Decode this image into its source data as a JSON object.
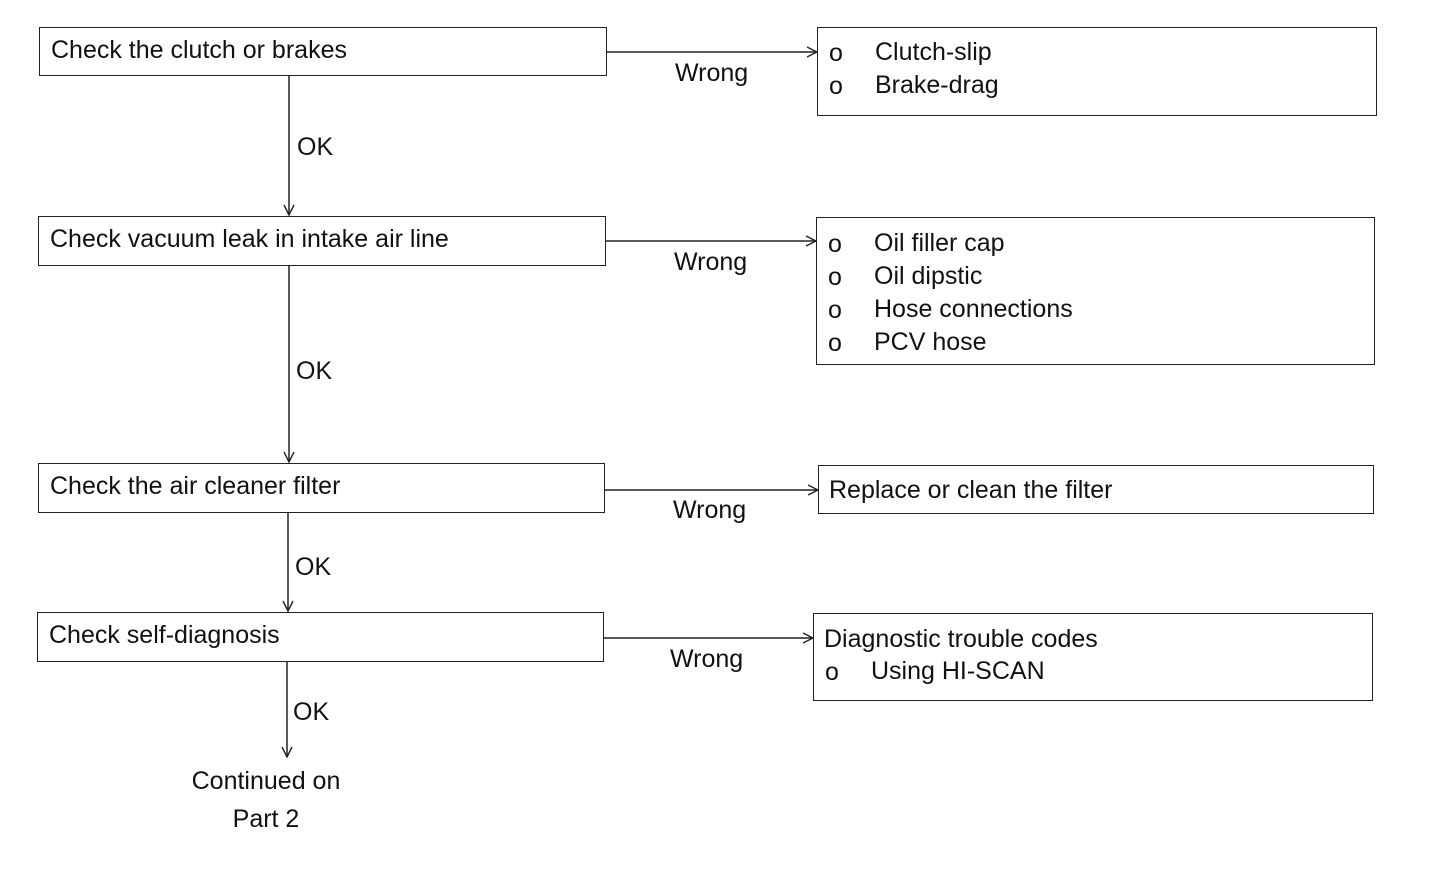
{
  "steps": [
    {
      "text": "Check the clutch or brakes"
    },
    {
      "text": "Check vacuum leak in intake air line"
    },
    {
      "text": "Check the air cleaner filter"
    },
    {
      "text": "Check self-diagnosis"
    }
  ],
  "results": [
    {
      "items": [
        {
          "bullet": "o",
          "text": "Clutch-slip"
        },
        {
          "bullet": "o",
          "text": "Brake-drag"
        }
      ]
    },
    {
      "items": [
        {
          "bullet": "o",
          "text": "Oil filler cap"
        },
        {
          "bullet": "o",
          "text": "Oil dipstic"
        },
        {
          "bullet": "o",
          "text": "Hose connections"
        },
        {
          "bullet": "o",
          "text": "PCV hose"
        }
      ]
    },
    {
      "items": [
        {
          "bullet": "",
          "text": "Replace or clean the filter"
        }
      ]
    },
    {
      "items": [
        {
          "bullet": "",
          "text": "Diagnostic trouble codes"
        },
        {
          "bullet": "o",
          "text": "Using HI-SCAN"
        }
      ]
    }
  ],
  "edge_labels": {
    "ok": "OK",
    "wrong": "Wrong"
  },
  "end": {
    "line1": "Continued on",
    "line2": "Part 2"
  }
}
